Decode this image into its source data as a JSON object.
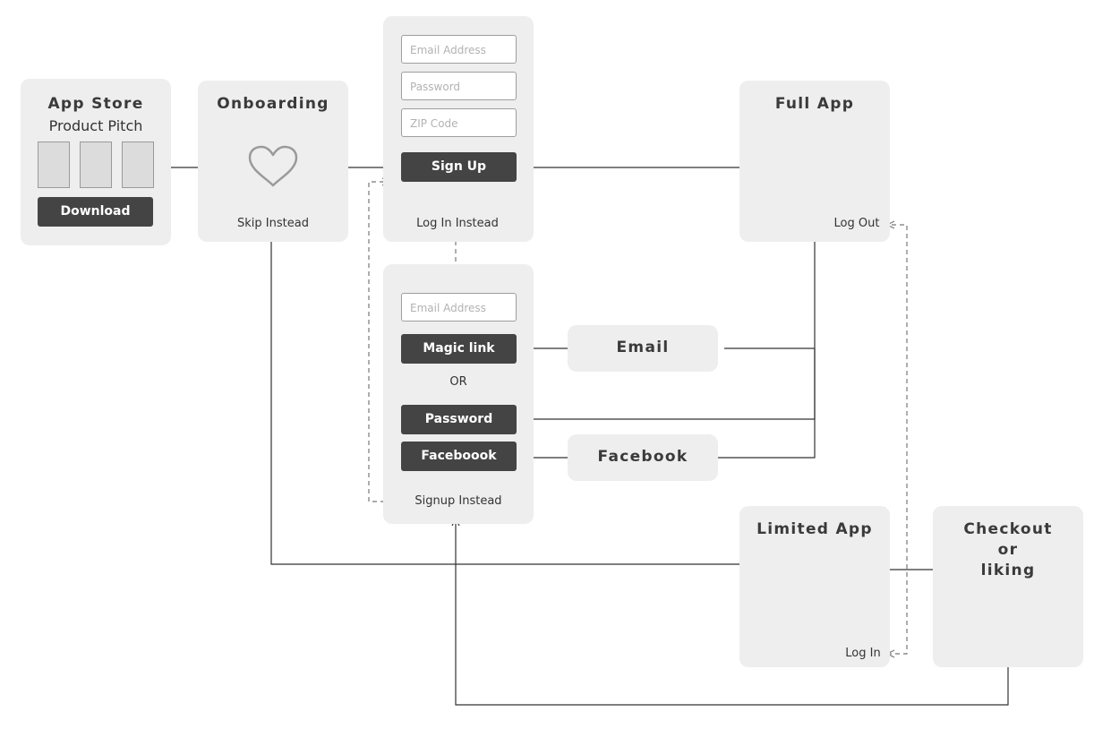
{
  "app_store": {
    "title": "App Store",
    "subtitle": "Product Pitch",
    "download_label": "Download"
  },
  "onboarding": {
    "title": "Onboarding",
    "icon": "heart-icon",
    "skip_label": "Skip Instead"
  },
  "signup": {
    "email_placeholder": "Email Address",
    "password_placeholder": "Password",
    "zip_placeholder": "ZIP Code",
    "signup_label": "Sign Up",
    "login_instead_label": "Log In Instead"
  },
  "login": {
    "email_placeholder": "Email Address",
    "magic_link_label": "Magic link",
    "or_label": "OR",
    "password_label": "Password",
    "facebook_label": "Faceboook",
    "signup_instead_label": "Signup Instead"
  },
  "email_node": {
    "label": "Email"
  },
  "facebook_node": {
    "label": "Facebook"
  },
  "full_app": {
    "title": "Full App",
    "logout_label": "Log Out"
  },
  "limited_app": {
    "title": "Limited App",
    "login_label": "Log In"
  },
  "checkout": {
    "title_line1": "Checkout",
    "title_line2": "or",
    "title_line3": "liking"
  },
  "colors": {
    "card_bg": "#eeeeee",
    "button_bg": "#444444",
    "line": "#333333",
    "dashed_line": "#888888"
  }
}
